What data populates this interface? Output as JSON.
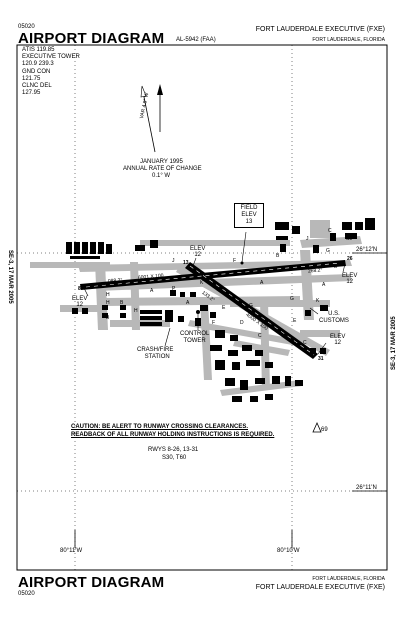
{
  "header": {
    "doc_number": "05020",
    "title": "AIRPORT DIAGRAM",
    "procedure_id": "AL-5942 (FAA)",
    "airport_name": "FORT LAUDERDALE EXECUTIVE (FXE)",
    "city_state": "FORT LAUDERDALE, FLORIDA"
  },
  "frequencies": [
    "ATIS 119.85",
    "EXECUTIVE TOWER",
    "120.9  239.3",
    "GND CON",
    "121.75",
    "CLNC DEL",
    "127.95"
  ],
  "magnetic_variation": {
    "variation_label": "VAR 4.8° W",
    "date_line": "JANUARY 1995",
    "rate_line": "ANNUAL RATE OF CHANGE",
    "rate_value": "0.1° W"
  },
  "field_elevation": {
    "label_1": "FIELD",
    "label_2": "ELEV",
    "value": "13"
  },
  "runway_labels": {
    "heading_08": "088.2°",
    "heading_26": "268.2°",
    "rwy_08_26_dims": "6001 X 100",
    "heading_13": "133.2°",
    "heading_31": "313.2°",
    "rwy_13_31_dims": "4000 X 100",
    "rwy_num_8": "8",
    "rwy_num_26": "26",
    "rwy_num_13": "13",
    "rwy_num_31": "31"
  },
  "elevations": [
    {
      "elev": "ELEV",
      "value": "12"
    },
    {
      "elev": "ELEV",
      "value": "12"
    },
    {
      "elev": "ELEV",
      "value": "12"
    },
    {
      "elev": "ELEV",
      "value": "12"
    }
  ],
  "taxiway_letters": [
    "J",
    "F",
    "B",
    "A",
    "P",
    "A",
    "G",
    "E",
    "D",
    "C",
    "H",
    "H",
    "H",
    "B",
    "B",
    "A",
    "K",
    "F",
    "E",
    "C",
    "G",
    "K",
    "J",
    "G",
    "B",
    "S3",
    "C",
    "A"
  ],
  "labels": {
    "crash_fire_1": "CRASH/FIRE",
    "crash_fire_2": "STATION",
    "control_tower_1": "CONTROL",
    "control_tower_2": "TOWER",
    "customs_1": "U.S.",
    "customs_2": "CUSTOMS",
    "obstacle": "69"
  },
  "caution": {
    "line_1": "CAUTION: BE ALERT TO RUNWAY CROSSING CLEARANCES.",
    "line_2": "READBACK OF ALL RUNWAY HOLDING INSTRUCTIONS IS REQUIRED."
  },
  "runway_info": {
    "line_1": "RWYS 8-26, 13-31",
    "line_2": "S30, T60"
  },
  "coordinates": {
    "lat_top": "26°12'N",
    "lat_bottom": "26°11'N",
    "lon_left": "80°11'W",
    "lon_right": "80°10'W"
  },
  "side_label": "SE-3, 17 MAR 2005",
  "footer": {
    "title": "AIRPORT DIAGRAM",
    "doc_number": "05020",
    "city_state": "FORT LAUDERDALE, FLORIDA",
    "airport_name": "FORT LAUDERDALE EXECUTIVE (FXE)"
  }
}
